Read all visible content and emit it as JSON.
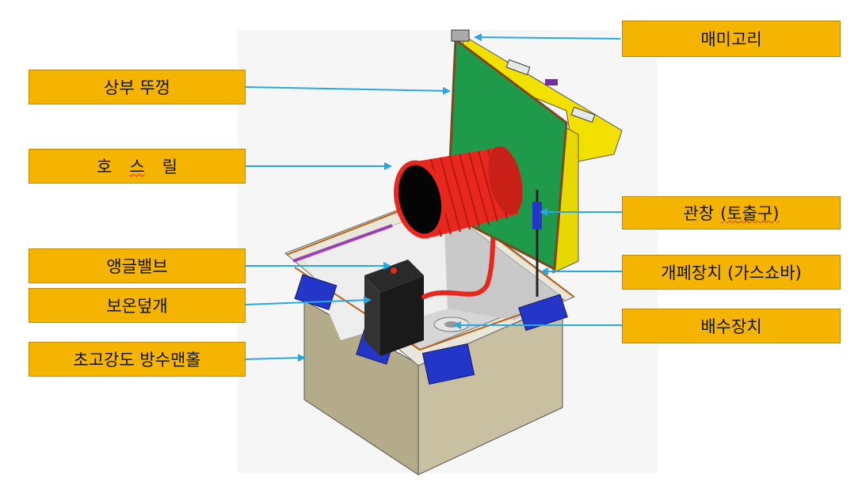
{
  "labels": {
    "cicada_hook": "매미고리",
    "upper_lid": "상부 뚜껑",
    "hose_reel_parts": [
      "호",
      "스",
      "릴"
    ],
    "observation_window": "관창",
    "observation_window_paren": "(토출구)",
    "opening_device": "개폐장치 (가스쇼바)",
    "angle_valve": "앵글밸브",
    "insulation_cover": "보온덮개",
    "drain_device": "배수장치",
    "manhole": "초고강도 방수맨홀"
  },
  "colors": {
    "label_bg": "#f4b400",
    "arrow": "#29a8e0",
    "lid_panel": "#1f9a4a",
    "lid_frame": "#f2e000",
    "hose": "#e8281e",
    "box_body": "#b6ad8c",
    "clamp": "#2233cc",
    "interior": "#d9d9d9"
  }
}
